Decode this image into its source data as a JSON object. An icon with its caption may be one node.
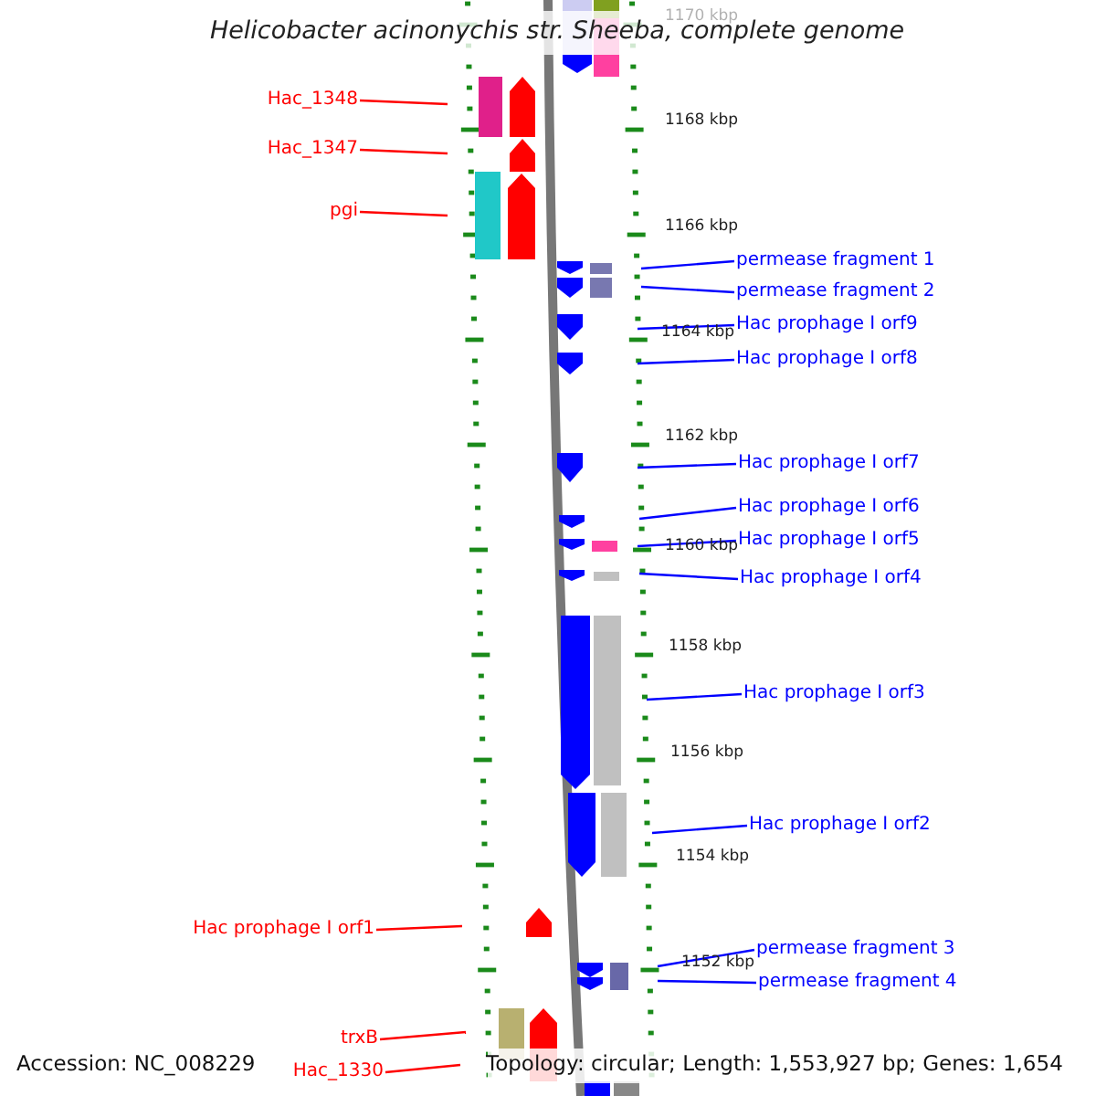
{
  "diagram": {
    "title": "Helicobacter acinonychis str. Sheeba, complete genome",
    "nodes": [
      {
        "text": [
          "Hac_1348"
        ]
      },
      {
        "text": [
          "Hac_1347"
        ]
      },
      {
        "text": [
          "pgi"
        ]
      },
      {
        "text": [
          "permease fragment 1"
        ]
      },
      {
        "text": [
          "permease fragment 2"
        ]
      },
      {
        "text": [
          "Hac prophage I orf9"
        ]
      },
      {
        "text": [
          "Hac prophage I orf8"
        ]
      },
      {
        "text": [
          "Hac prophage I orf7"
        ]
      },
      {
        "text": [
          "Hac prophage I orf6"
        ]
      },
      {
        "text": [
          "Hac prophage I orf5"
        ]
      },
      {
        "text": [
          "Hac prophage I orf4"
        ]
      },
      {
        "text": [
          "Hac prophage I orf3"
        ]
      },
      {
        "text": [
          "Hac prophage I orf2"
        ]
      },
      {
        "text": [
          "Hac prophage I orf1"
        ]
      },
      {
        "text": [
          "permease fragment 3"
        ]
      },
      {
        "text": [
          "permease fragment 4"
        ]
      },
      {
        "text": [
          "trxB"
        ]
      },
      {
        "text": [
          "Hac_1330"
        ]
      }
    ],
    "edges": [
      {
        "from": 0,
        "to": null,
        "arrow": "none",
        "color": "#ff0000"
      },
      {
        "from": 1,
        "to": null,
        "arrow": "none",
        "color": "#ff0000"
      },
      {
        "from": 2,
        "to": null,
        "arrow": "none",
        "color": "#ff0000"
      },
      {
        "from": 3,
        "to": null,
        "arrow": "none"
      },
      {
        "from": 4,
        "to": null,
        "arrow": "none"
      },
      {
        "from": 5,
        "to": null,
        "arrow": "none"
      },
      {
        "from": 6,
        "to": null,
        "arrow": "none"
      },
      {
        "from": 7,
        "to": null,
        "arrow": "none"
      },
      {
        "from": 8,
        "to": null,
        "arrow": "none"
      },
      {
        "from": 9,
        "to": null,
        "arrow": "none"
      },
      {
        "from": 10,
        "to": null,
        "arrow": "none"
      },
      {
        "from": 11,
        "to": null,
        "arrow": "none"
      },
      {
        "from": 12,
        "to": null,
        "arrow": "none"
      },
      {
        "from": 13,
        "to": null,
        "arrow": "none",
        "color": "#ff0000"
      },
      {
        "from": 14,
        "to": null,
        "arrow": "none"
      },
      {
        "from": 15,
        "to": null,
        "arrow": "none"
      },
      {
        "from": 16,
        "to": null,
        "arrow": "none",
        "color": "#ff0000"
      },
      {
        "from": 17,
        "to": null,
        "arrow": "none",
        "color": "#ff0000"
      }
    ],
    "labels": [
      "1170 kbp",
      "1168 kbp",
      "1166 kbp",
      "1164 kbp",
      "1162 kbp",
      "1160 kbp",
      "1158 kbp",
      "1156 kbp",
      "1154 kbp",
      "1152 kbp",
      "Accession: NC_008229",
      "Topology: circular; Length: 1,553,927 bp; Genes: 1,654"
    ]
  }
}
